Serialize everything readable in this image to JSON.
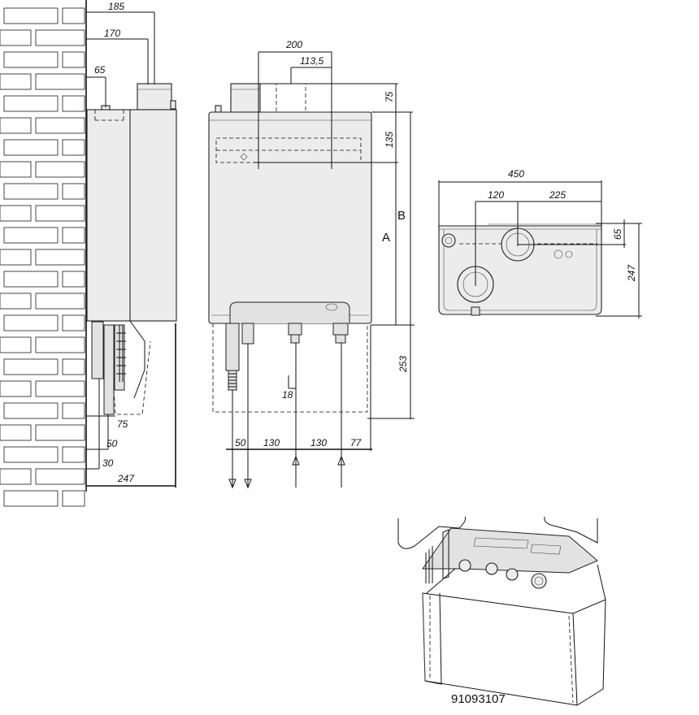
{
  "side_view": {
    "dims": [
      "185",
      "170",
      "65",
      "75",
      "50",
      "30",
      "247"
    ]
  },
  "front_view": {
    "dims_top": [
      "200",
      "113,5"
    ],
    "dims_right": [
      "75",
      "135",
      "253"
    ],
    "labels": [
      "A",
      "B"
    ],
    "dims_bottom": [
      "50",
      "130",
      "130",
      "77"
    ],
    "dim_valve": "18"
  },
  "top_view": {
    "dims": [
      "450",
      "120",
      "225",
      "65",
      "247"
    ]
  },
  "caption": "91093107"
}
